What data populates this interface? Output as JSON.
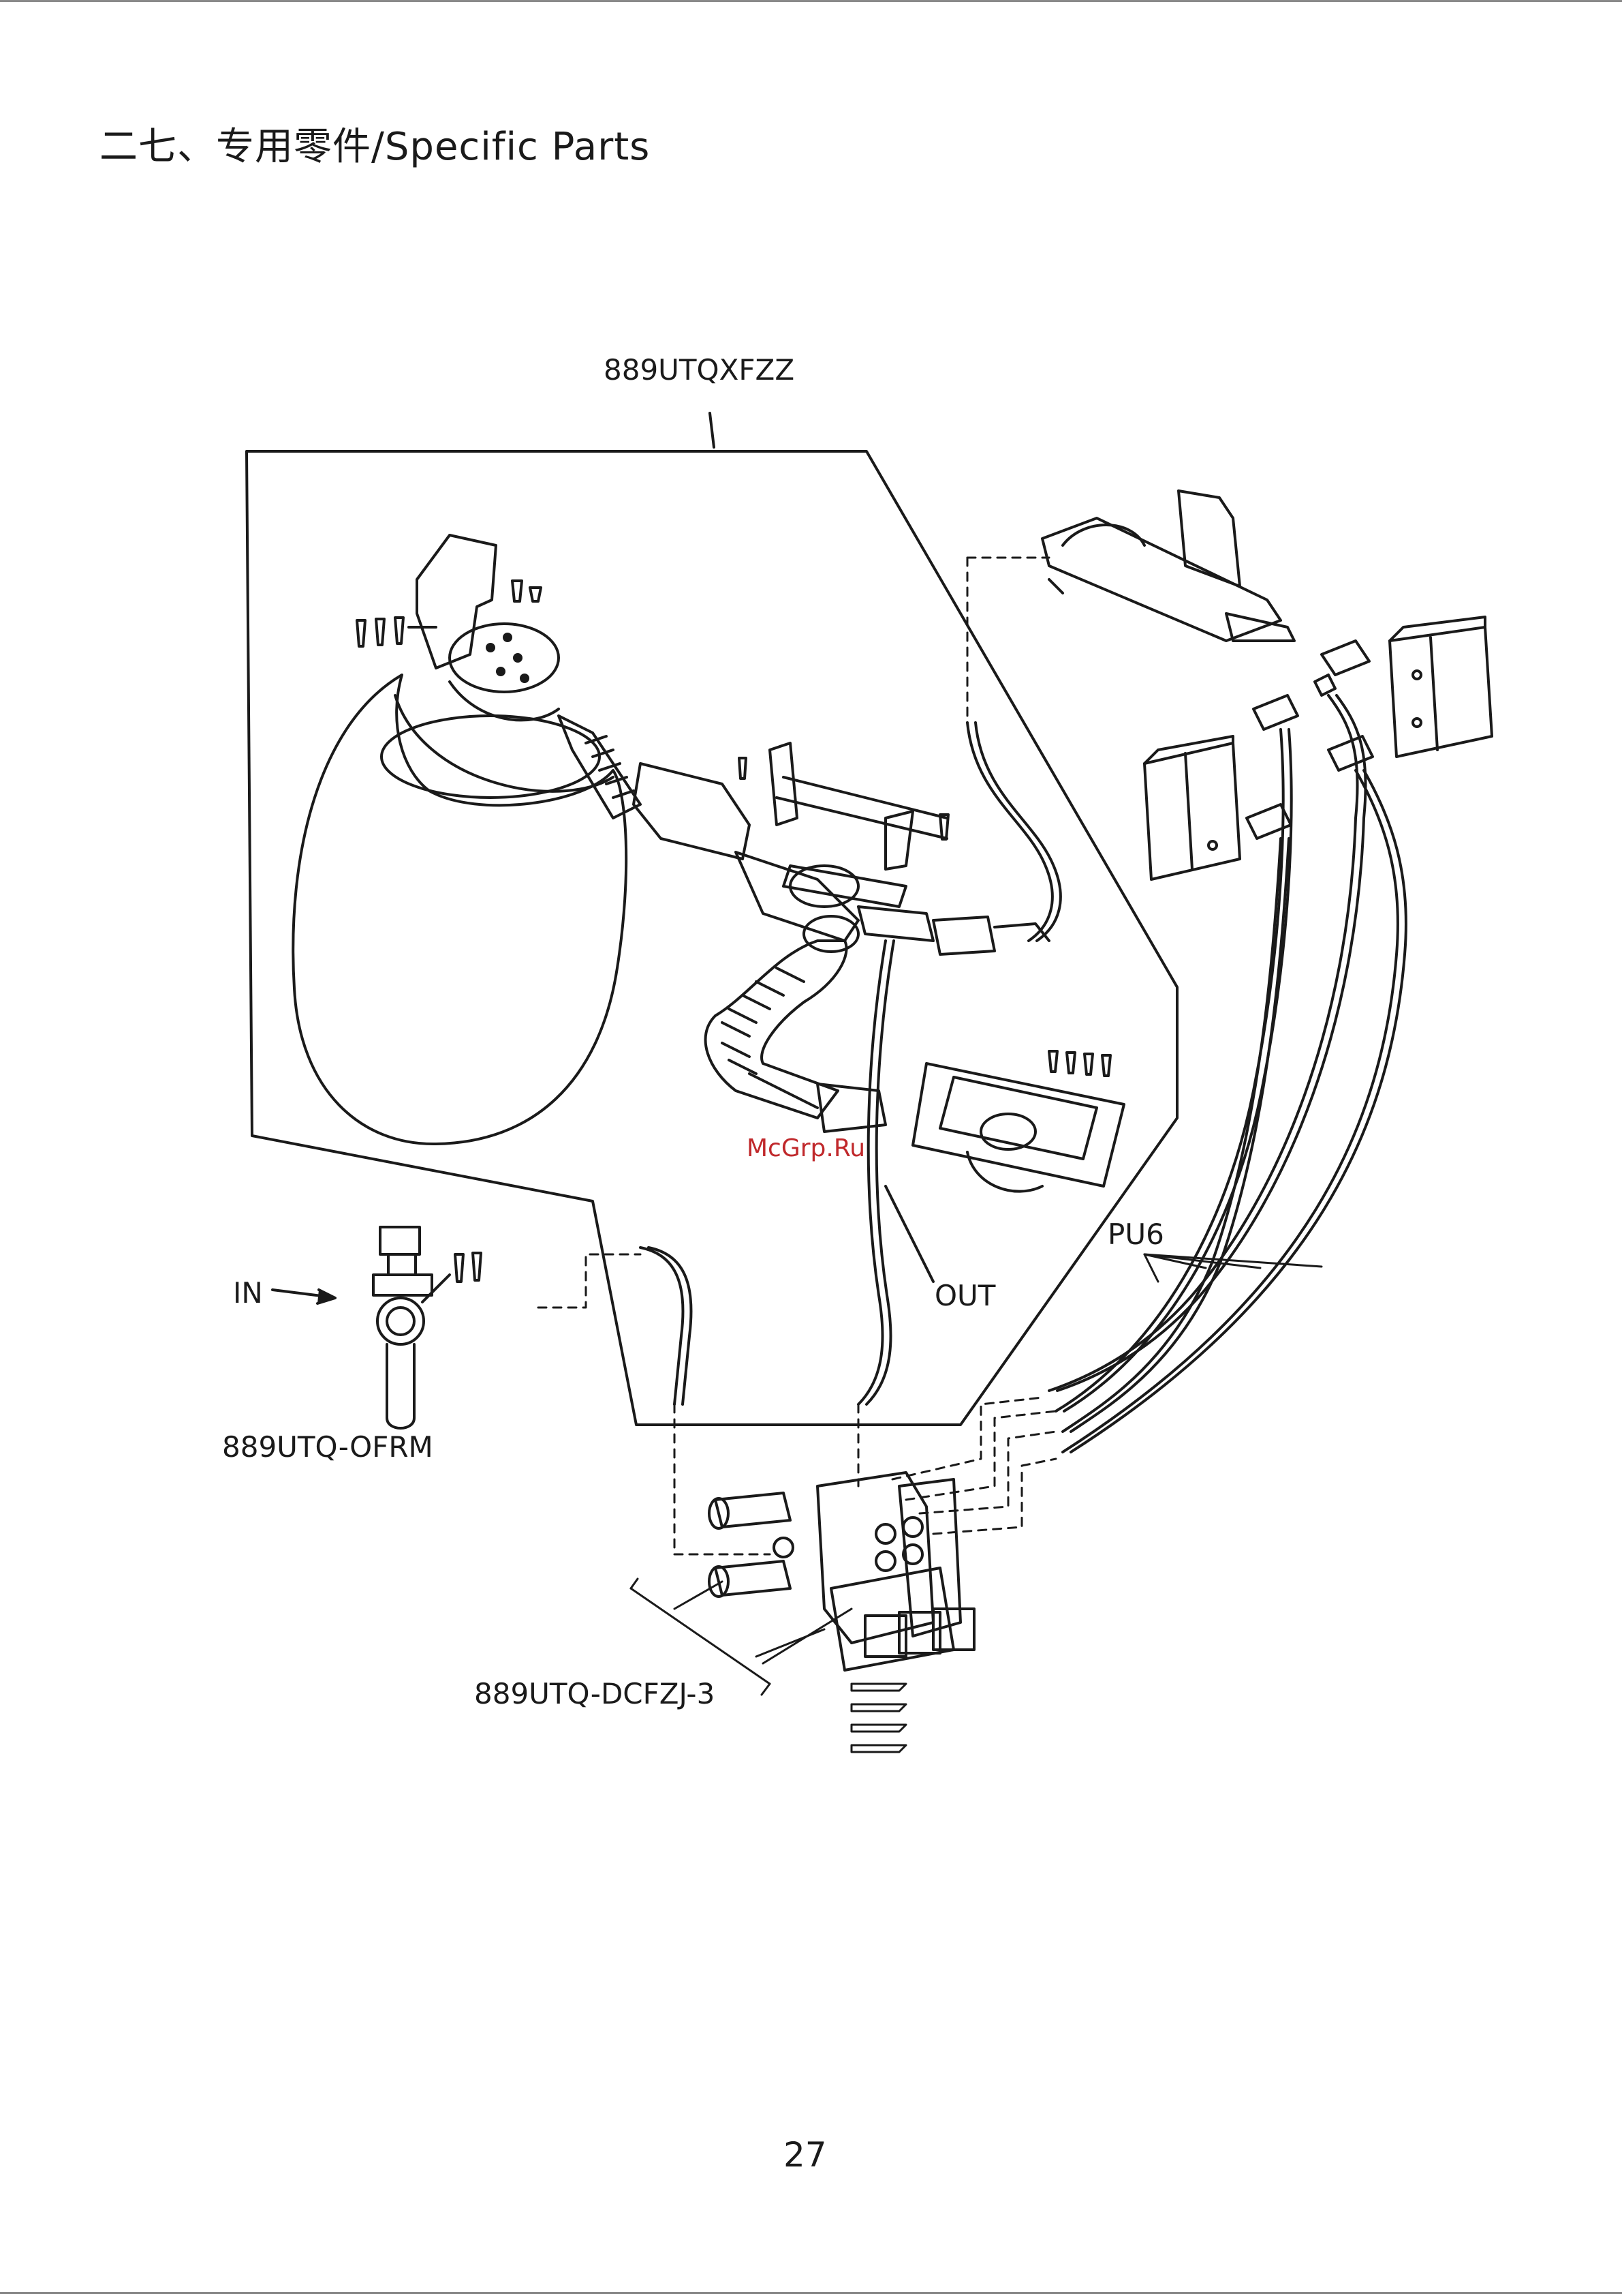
{
  "page": {
    "heading": "二七、专用零件/Specific Parts",
    "page_number": "27"
  },
  "labels": {
    "assembly_main": "889UTQXFZZ",
    "filter_regulator": "889UTQ-OFRM",
    "valve_assembly": "889UTQ-DCFZJ-3",
    "inlet": "IN",
    "outlet": "OUT",
    "tubing": "PU6"
  },
  "watermark": "McGrp.Ru",
  "colors": {
    "ink": "#1a1a1a",
    "watermark": "#c0282b",
    "rule": "#8a8a8a"
  }
}
